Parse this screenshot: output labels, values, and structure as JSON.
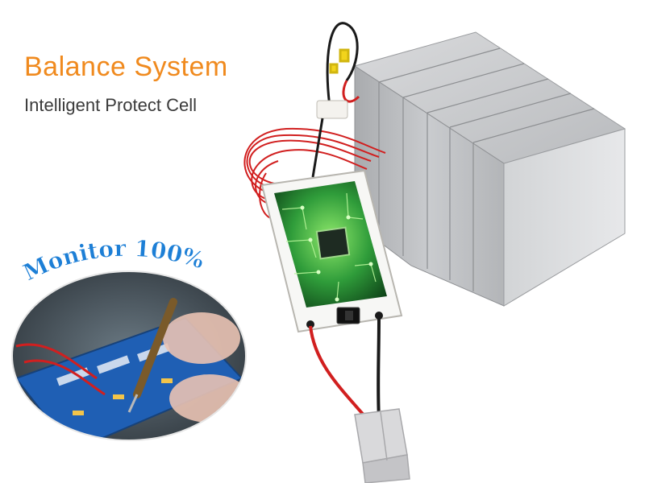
{
  "headline": "Balance System",
  "subline": "Intelligent Protect Cell",
  "badge": "Monitor 100%",
  "colors": {
    "headline": "#f08a1e",
    "subline": "#3a3a3a",
    "badge": "#1d7fd6",
    "battery": "#c8cacd",
    "wire_red": "#d11f1f",
    "wire_black": "#1a1a1a",
    "pcb": "#2f9c3a"
  }
}
